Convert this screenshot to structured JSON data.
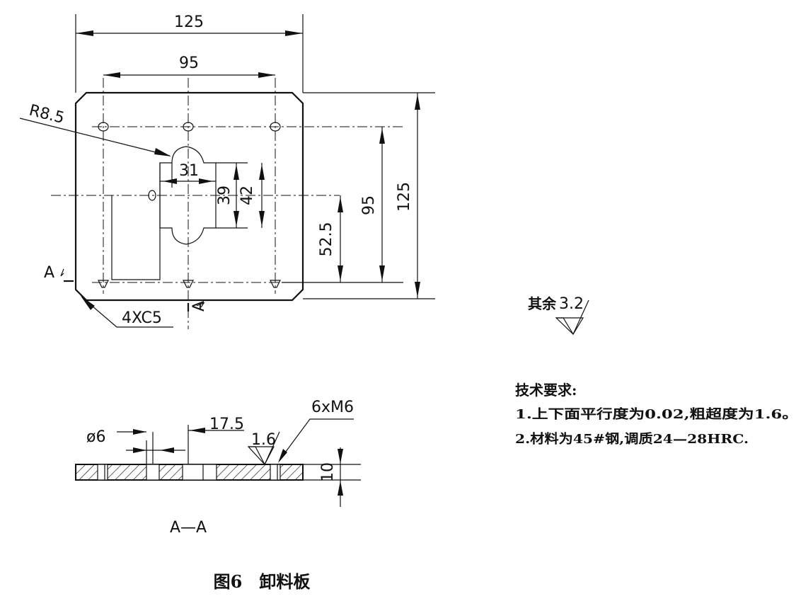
{
  "dims": {
    "width_overall": "125",
    "hole_spacing_x": "95",
    "radius": "R8.5",
    "slot_width": "31",
    "slot_h1": "39",
    "slot_h2": "42",
    "offset_y": "52.5",
    "hole_spacing_y": "95",
    "height_overall": "125",
    "chamfer": "4XC5",
    "section_mark": "A",
    "section_mark_b": "A",
    "hole_dia": "ø6",
    "pitch": "17.5",
    "thread": "6xM6",
    "roughness_section": "1.6",
    "thickness": "10",
    "section_label": "A—A"
  },
  "roughness": {
    "prefix": "其余",
    "value": "3.2"
  },
  "notes": {
    "heading": "技术要求:",
    "line1": "1.上下面平行度为0.02,粗超度为1.6。",
    "line2": "2.材料为45#钢,调质24—28HRC."
  },
  "caption": "图6　卸料板"
}
